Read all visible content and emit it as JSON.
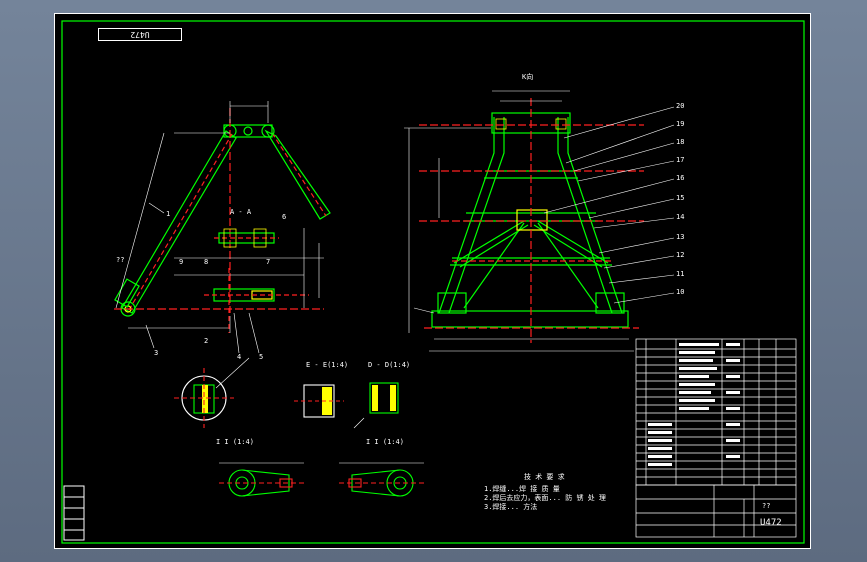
{
  "drawing": {
    "number": "U472",
    "number_stamp": "U472",
    "view_label_top": "K向",
    "title_block_qty": "??",
    "section_labels": {
      "aa": "A - A",
      "ee": "E - E(1:4)",
      "dd": "D - D(1:4)",
      "scale_left": "I I (1:4)",
      "scale_right": "I I (1:4)"
    },
    "tech_requirements": {
      "heading": "技 术 要 求",
      "line1": "1.焊缝...焊 接 质 量",
      "line2": "2.焊后去应力，表面... 防 锈 处 理",
      "line3": "3.焊接... 方法"
    },
    "balloons_right": [
      "20",
      "19",
      "18",
      "17",
      "16",
      "15",
      "14",
      "13",
      "12",
      "11",
      "10"
    ],
    "balloons_left": [
      "2",
      "3",
      "4",
      "5",
      "6",
      "7",
      "8",
      "9",
      "1"
    ],
    "label_questions": "??"
  },
  "colors": {
    "sheet": "#000000",
    "border": "#ffffff",
    "frame_green": "#00ff00",
    "hidden_red": "#ff2020",
    "yellow": "#ffff00",
    "dim_white": "#ffffff"
  }
}
